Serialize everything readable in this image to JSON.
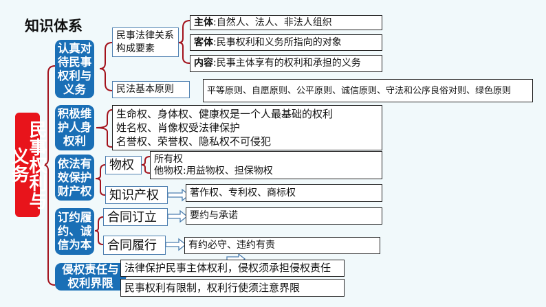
{
  "title": "知识体系",
  "root": "民事权利与义务",
  "branches": [
    {
      "label": "认真对待民事权利与义务",
      "sub": [
        {
          "label": "民事法律关系构成要素",
          "items": [
            {
              "key": "主体",
              "text": ":自然人、法人、非法人组织"
            },
            {
              "key": "客体",
              "text": ":民事权利和义务所指向的对象"
            },
            {
              "key": "内容",
              "text": ":民事主体享有的权利和承担的义务"
            }
          ]
        },
        {
          "label": "民法基本原则",
          "text": "平等原则、自愿原则、公平原则、诚信原则、守法和公序良俗对则、绿色原则"
        }
      ]
    },
    {
      "label": "积极维护人身权利",
      "lines": [
        "生命权、身体权、健康权是一个人最基础的权利",
        "姓名权、肖像权受法律保护",
        "名誉权、荣誉权、隐私权不可侵犯"
      ]
    },
    {
      "label": "依法有效保护财产权",
      "sub": [
        {
          "label": "物权",
          "lines": [
            "所有权",
            "他物权:用益物权、担保物权"
          ]
        },
        {
          "label": "知识产权",
          "text": "著作权、专利权、商标权"
        }
      ]
    },
    {
      "label": "订约履约、诚信为本",
      "sub": [
        {
          "label": "合同订立",
          "text": "要约与承诺"
        },
        {
          "label": "合同履行",
          "text": "有约必守、违约有责"
        }
      ]
    },
    {
      "label": "侵权责任与权利界限",
      "lines": [
        "法律保护民事主体权利，侵权须承担侵权责任",
        "民事权利有限制，权利行使须注意界限"
      ]
    }
  ],
  "colors": {
    "root": "#e8141b",
    "branch": "#1a6fb6",
    "brace": "#a3121c"
  }
}
